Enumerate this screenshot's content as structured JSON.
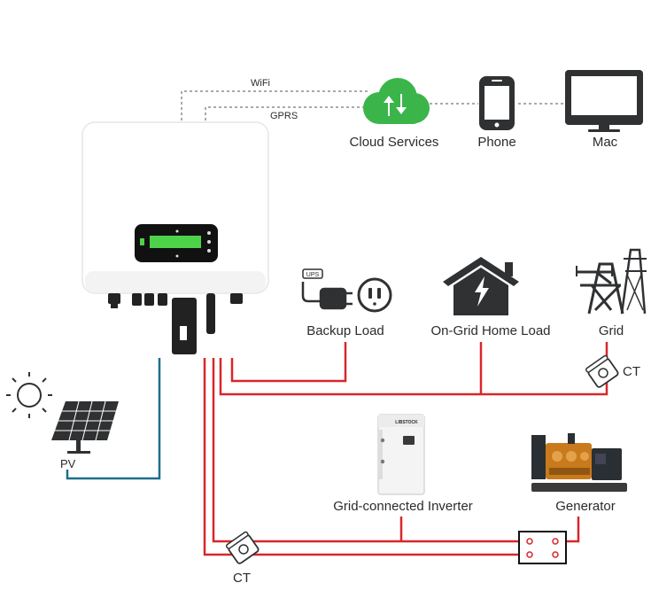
{
  "links": {
    "wifi": "WiFi",
    "gprs": "GPRS"
  },
  "nodes": {
    "cloud": "Cloud Services",
    "phone": "Phone",
    "mac": "Mac",
    "backup_load": "Backup Load",
    "home_load": "On-Grid Home Load",
    "grid": "Grid",
    "ct_top": "CT",
    "pv": "PV",
    "grid_inverter": "Grid-connected Inverter",
    "generator": "Generator",
    "ct_bottom": "CT",
    "battery_brand": "LIBSTOCK",
    "ups_tag": "UPS"
  },
  "colors": {
    "ac_line": "#d9262b",
    "pv_line": "#1e6e8c",
    "cloud": "#3bb54a",
    "dark_icon": "#2f3133",
    "lcd": "#4ed24a"
  }
}
